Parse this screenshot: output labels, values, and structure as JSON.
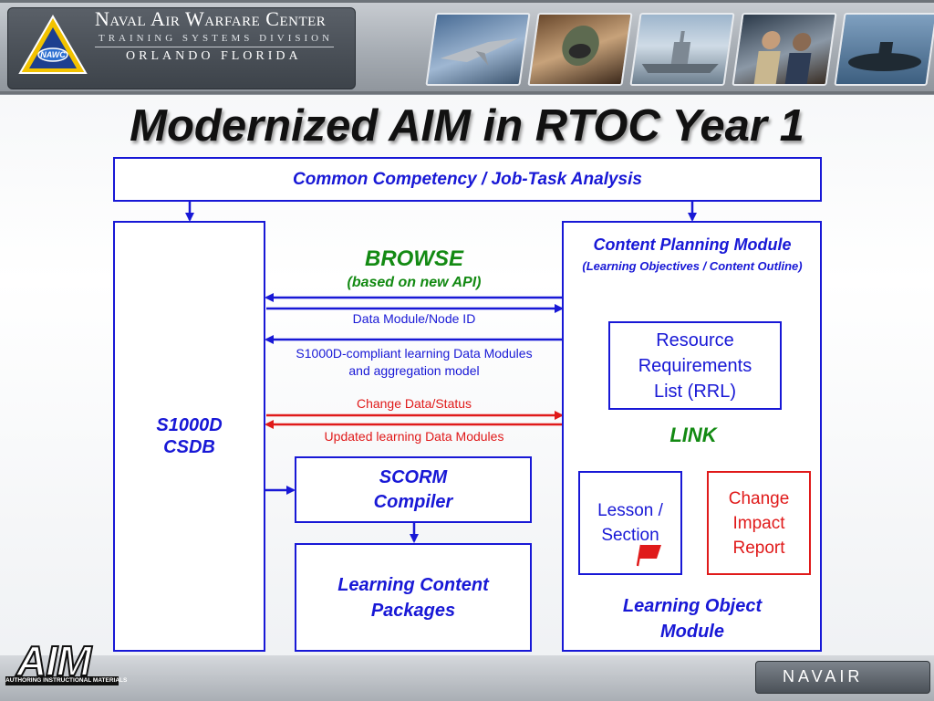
{
  "header": {
    "org_name": "Naval Air Warfare Center",
    "division": "TRAINING SYSTEMS DIVISION",
    "location": "ORLANDO FLORIDA",
    "emblem_text": "NAWC"
  },
  "slide": {
    "title": "Modernized AIM in RTOC Year 1"
  },
  "diagram": {
    "top_box": "Common Competency / Job-Task Analysis",
    "csdb_line1": "S1000D",
    "csdb_line2": "CSDB",
    "browse_label": "BROWSE",
    "browse_sub": "(based on new API)",
    "arrow_data_module": "Data Module/Node ID",
    "arrow_s1000d_line1": "S1000D-compliant learning Data Modules",
    "arrow_s1000d_line2": "and aggregation model",
    "arrow_change": "Change Data/Status",
    "arrow_updated": "Updated learning Data Modules",
    "scorm_line1": "SCORM",
    "scorm_line2": "Compiler",
    "lcp_line1": "Learning Content",
    "lcp_line2": "Packages",
    "cpm_title": "Content Planning Module",
    "cpm_sub": "(Learning Objectives / Content Outline)",
    "rrl_line1": "Resource",
    "rrl_line2": "Requirements",
    "rrl_line3": "List (RRL)",
    "link_label": "LINK",
    "lesson_line1": "Lesson /",
    "lesson_line2": "Section",
    "change_line1": "Change",
    "change_line2": "Impact",
    "change_line3": "Report",
    "lom_line1": "Learning Object",
    "lom_line2": "Module"
  },
  "footer": {
    "aim_logo": "AIM",
    "aim_tagline": "AUTHORING INSTRUCTIONAL MATERIALS",
    "navair_logo": "NAVAIR"
  },
  "colors": {
    "diagram_blue": "#1818d6",
    "alert_red": "#e01a1a",
    "browse_green": "#138a13"
  },
  "icons": [
    "nawc-emblem-icon",
    "red-flag-icon"
  ]
}
